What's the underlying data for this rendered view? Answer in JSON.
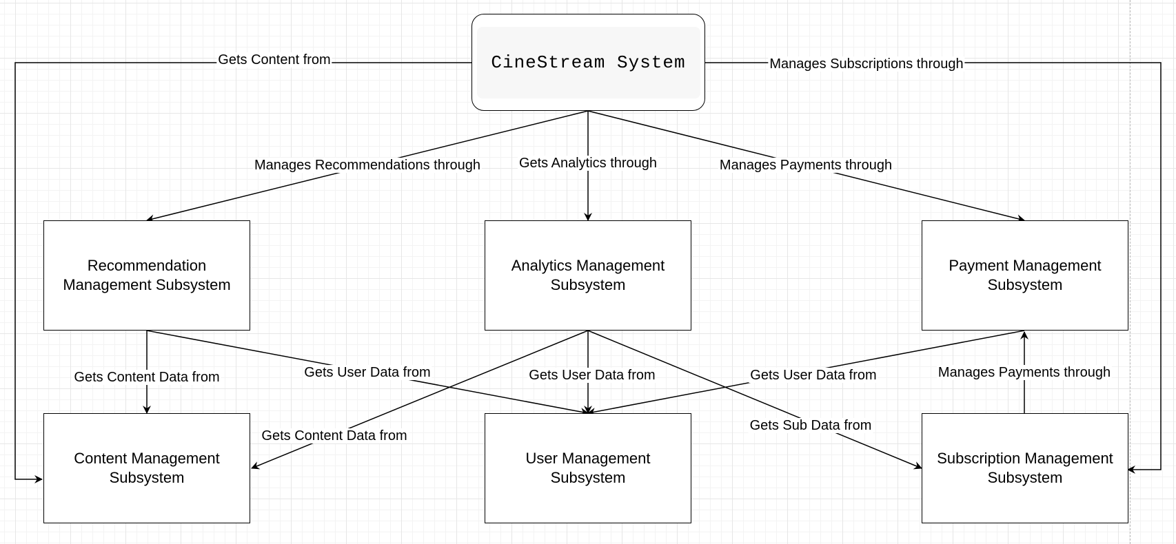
{
  "nodes": {
    "root": "CineStream System",
    "recommendation": "Recommendation Management Subsystem",
    "analytics": "Analytics Management Subsystem",
    "payment": "Payment Management Subsystem",
    "content": "Content Management Subsystem",
    "user": "User Management Subsystem",
    "subscription": "Subscription Management Subsystem"
  },
  "edges": {
    "root_content": "Gets Content from",
    "root_subscription": "Manages Subscriptions through",
    "root_recommendation": "Manages Recommendations through",
    "root_analytics": "Gets Analytics through",
    "root_payment": "Manages Payments through",
    "recommendation_content": "Gets Content Data from",
    "recommendation_user": "Gets User Data from",
    "analytics_user": "Gets User Data from",
    "payment_user": "Gets User Data from",
    "subscription_payment": "Manages Payments through",
    "analytics_content": "Gets Content Data from",
    "analytics_subscription": "Gets Sub Data from"
  },
  "colors": {
    "stroke": "#000000",
    "background": "#ffffff",
    "grid": "#e6e6e6",
    "root_fill": "#f7f7f7"
  }
}
